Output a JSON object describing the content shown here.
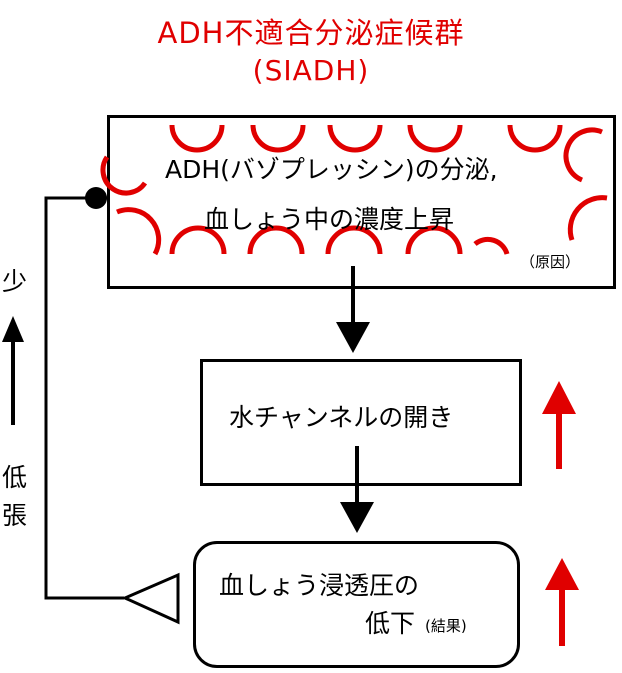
{
  "title": {
    "line1": "ADH不適合分泌症候群",
    "line2": "(SIADH)"
  },
  "cause_box": {
    "line1": "ADH(バゾプレッシン)の分泌,",
    "line2": "血しょう中の濃度上昇",
    "note": "（原因）"
  },
  "middle_box": {
    "label": "水チャンネルの開き"
  },
  "result_box": {
    "line1": "血しょう浸透圧の",
    "line2": "低下",
    "note": "(結果)"
  },
  "feedback": {
    "top_label": "少",
    "bottom_label_1": "低",
    "bottom_label_2": "張"
  },
  "colors": {
    "accent": "#e00000",
    "line": "#000000"
  }
}
